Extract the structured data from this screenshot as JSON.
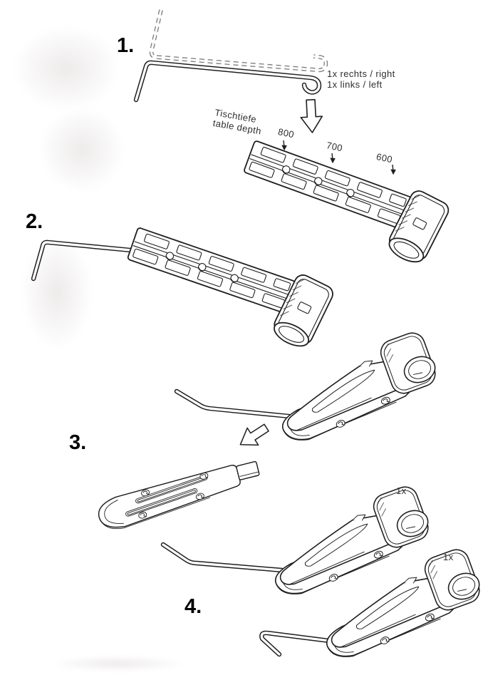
{
  "sheet": {
    "background_color": "#ffffff",
    "line_color": "#1f1f1f",
    "text_color": "#2e2e2e",
    "steps": [
      {
        "number": "1.",
        "quantity_right": "1x rechts / right",
        "quantity_left": "1x links / left",
        "depth_title_de": "Tischtiefe",
        "depth_title_en": "table depth",
        "depth_options": [
          "800",
          "700",
          "600"
        ]
      },
      {
        "number": "2."
      },
      {
        "number": "3."
      },
      {
        "number": "4.",
        "quantity_upper": "1x",
        "quantity_lower": "1x"
      }
    ],
    "icons": {
      "insert_arrow_step1": "hollow-arrow-down",
      "place_arrow_step3": "hollow-arrow-down-left",
      "depth_pointer": "small-arrow-down"
    }
  }
}
